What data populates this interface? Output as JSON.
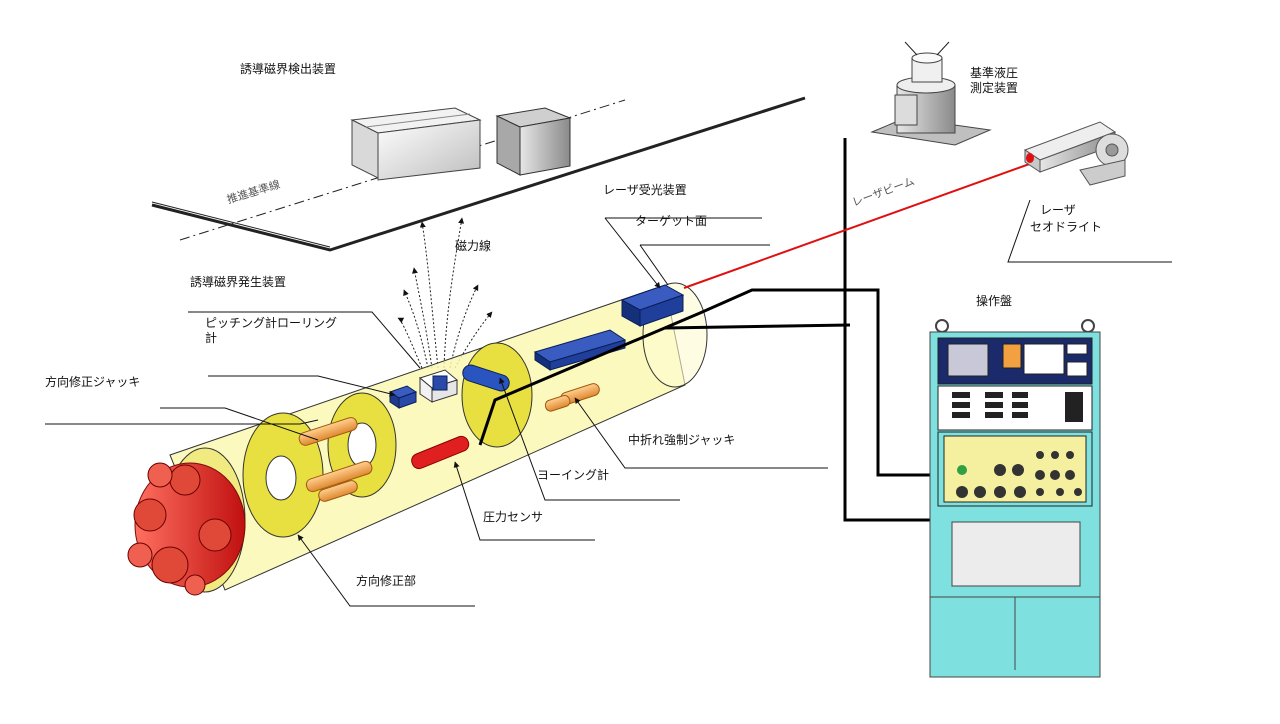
{
  "labels": {
    "induced_field_detector": "誘導磁界検出装置",
    "thrust_reference_line": "推進基準線",
    "magnetic_field_lines": "磁力線",
    "induced_field_generator": "誘導磁界発生装置",
    "pitching_rolling_meter_line1": "ピッチング計ローリング",
    "pitching_rolling_meter_line2": "計",
    "direction_jack": "方向修正ジャッキ",
    "laser_receiver": "レーザ受光装置",
    "target_surface": "ターゲット面",
    "mid_bend_jack": "中折れ強制ジャッキ",
    "yawing_meter": "ヨーイング計",
    "pressure_sensor": "圧力センサ",
    "direction_section": "方向修正部",
    "reference_hydraulic_line1": "基準液圧",
    "reference_hydraulic_line2": "測定装置",
    "laser_beam": "レーザビーム",
    "laser_theodolite_line1": "レーザ",
    "laser_theodolite_line2": "セオドライト",
    "control_panel": "操作盤"
  },
  "colors": {
    "tube_fill": "#fbf8b4",
    "laser_red": "#e01010",
    "receiver_blue": "#1f3f9a",
    "cutter_red": "#d83a2a",
    "jack_orange": "#f2a04a",
    "panel_cyan": "#7fe0e0",
    "panel_dark": "#1a2a6a"
  }
}
